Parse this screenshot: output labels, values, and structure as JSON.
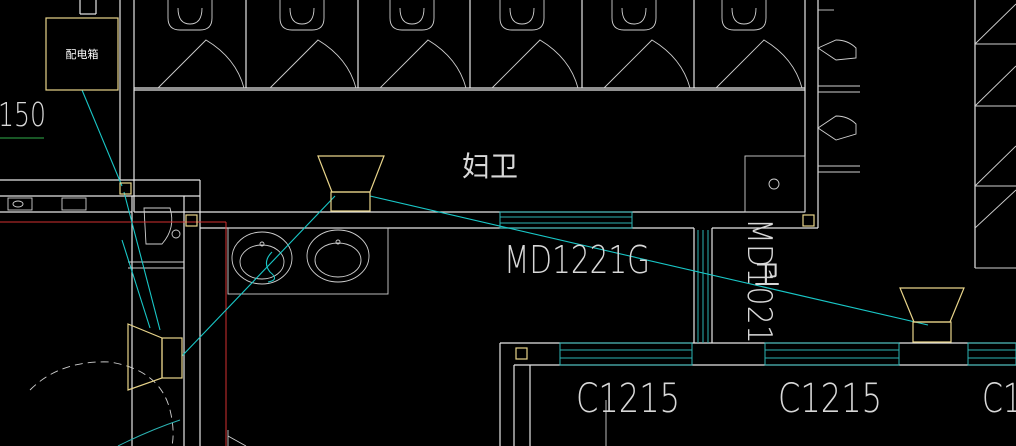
{
  "drawing": {
    "labels": {
      "elevation": "150",
      "room_name": "妇卫",
      "door_horizontal": "MD1221G",
      "door_vertical": "MD1021",
      "vertical_room_char": "卫",
      "window_1": "C1215",
      "window_2": "C1215",
      "window_3": "C1",
      "equipment_box": "配电箱"
    },
    "colors": {
      "background": "#000000",
      "walls": "#e6e6e6",
      "pipes": "#19c7c7",
      "fixtures": "#e8d48a",
      "boundary": "#d23030",
      "underline": "#2fae4a"
    }
  }
}
